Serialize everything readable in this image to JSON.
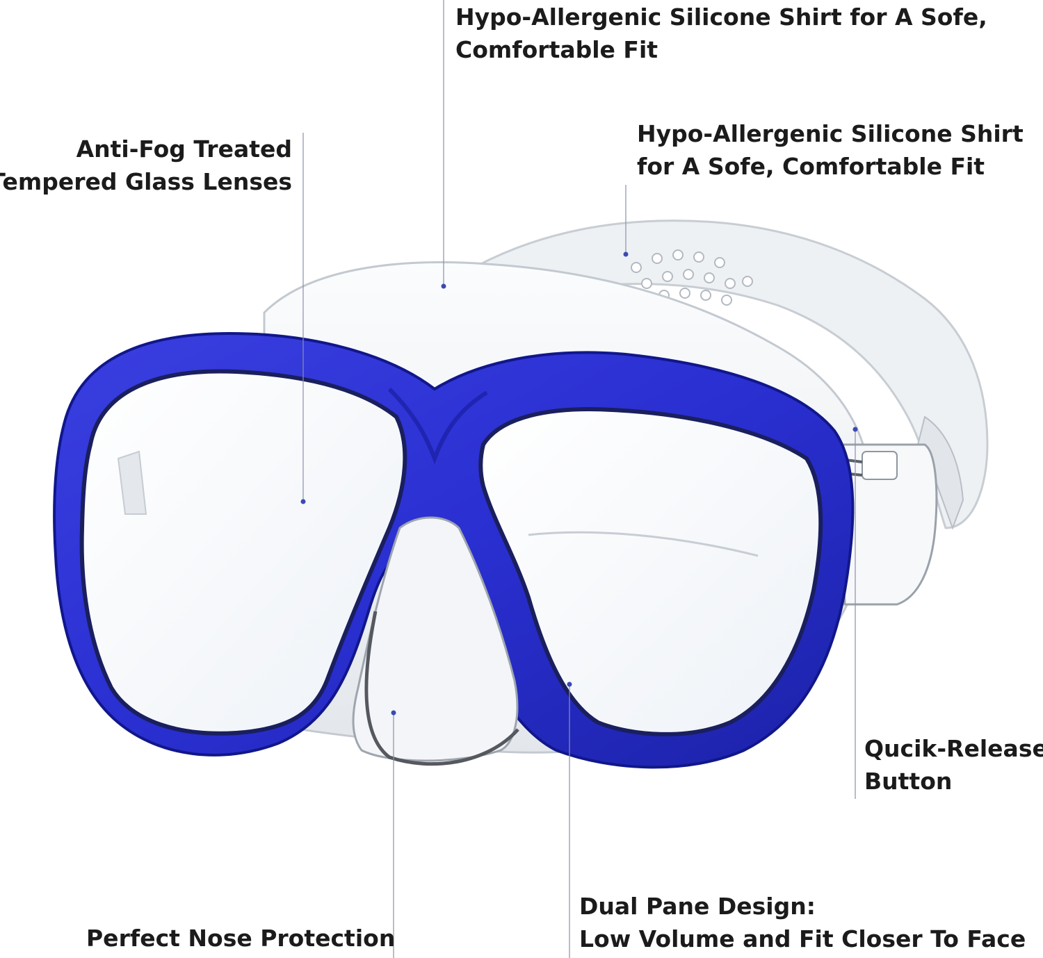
{
  "callouts": {
    "top_strap": {
      "lines": [
        "Hypo-Allergenic Silicone Shirt for A Sofe,",
        "Comfortable Fit"
      ]
    },
    "side_strap": {
      "lines": [
        "Hypo-Allergenic Silicone Shirt",
        "for A Sofe, Comfortable Fit"
      ]
    },
    "lenses": {
      "lines": [
        "Anti-Fog Treated",
        "Tempered Glass Lenses"
      ]
    },
    "release_button": {
      "lines": [
        "Qucik-Release",
        "Button"
      ]
    },
    "dual_pane": {
      "lines": [
        "Dual Pane Design:",
        "Low Volume and Fit Closer To Face"
      ]
    },
    "nose": {
      "lines": [
        "Perfect Nose Protection"
      ]
    }
  },
  "colors": {
    "frame_blue": "#2a2fd1",
    "frame_dark": "#121a8a",
    "lens_glass": "#f4f7fb",
    "skirt_clear": "#eef1f4",
    "strap_clear": "#e9ecef",
    "leader_line": "#8a8fae",
    "text": "#1b1b1b"
  }
}
